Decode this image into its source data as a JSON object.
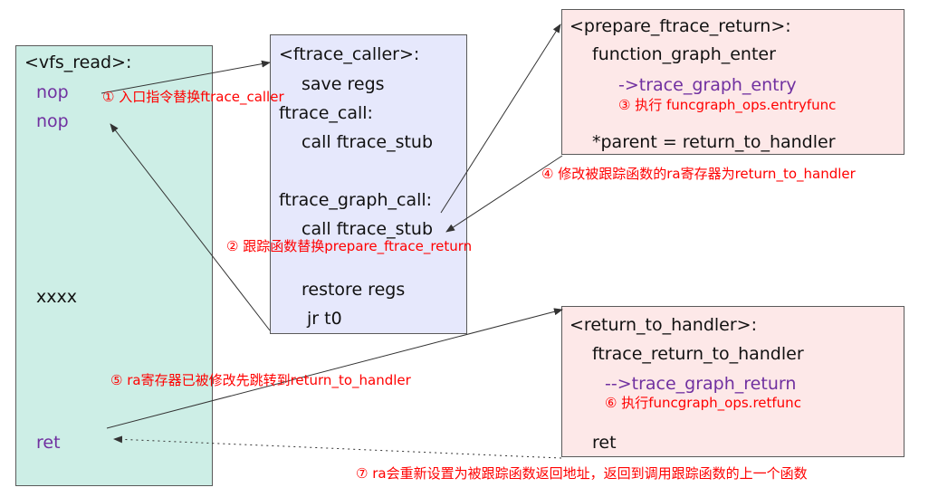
{
  "colors": {
    "vfs_box": "#cdeee6",
    "caller_box": "#e6e8fc",
    "prepare_box": "#fde8e8",
    "handler_box": "#fde8e8",
    "purple_text": "#7030a0",
    "annotation_red": "#ff0000",
    "arrow": "#333333"
  },
  "vfs_read": {
    "title": "<vfs_read>:",
    "nop1": "nop",
    "nop2": "nop",
    "xxxx": "xxxx",
    "ret": "ret"
  },
  "ftrace_caller": {
    "title": "<ftrace_caller>:",
    "save_regs": "save regs",
    "ftrace_call": "ftrace_call:",
    "call_stub1": "call ftrace_stub",
    "ftrace_graph_call": "ftrace_graph_call:",
    "call_stub2": "call ftrace_stub",
    "restore_regs": "restore regs",
    "jr_t0": "jr t0"
  },
  "prepare_ftrace_return": {
    "title": "<prepare_ftrace_return>:",
    "graph_enter": "function_graph_enter",
    "trace_entry": "->trace_graph_entry",
    "note_entryfunc": "③ 执行 funcgraph_ops.entryfunc",
    "parent": "*parent = return_to_handler"
  },
  "return_to_handler": {
    "title": "<return_to_handler>:",
    "ftrace_return": "ftrace_return_to_handler",
    "trace_return": "-->trace_graph_return",
    "note_retfunc": "⑥ 执行funcgraph_ops.retfunc",
    "ret": "ret"
  },
  "annotations": {
    "a1": "① 入口指令替换ftrace_caller",
    "a2": "② 跟踪函数替换prepare_ftrace_return",
    "a4": "④ 修改被跟踪函数的ra寄存器为return_to_handler",
    "a5": "⑤ ra寄存器已被修改先跳转到return_to_handler",
    "a7": "⑦ ra会重新设置为被跟踪函数返回地址，返回到调用跟踪函数的上一个函数"
  }
}
